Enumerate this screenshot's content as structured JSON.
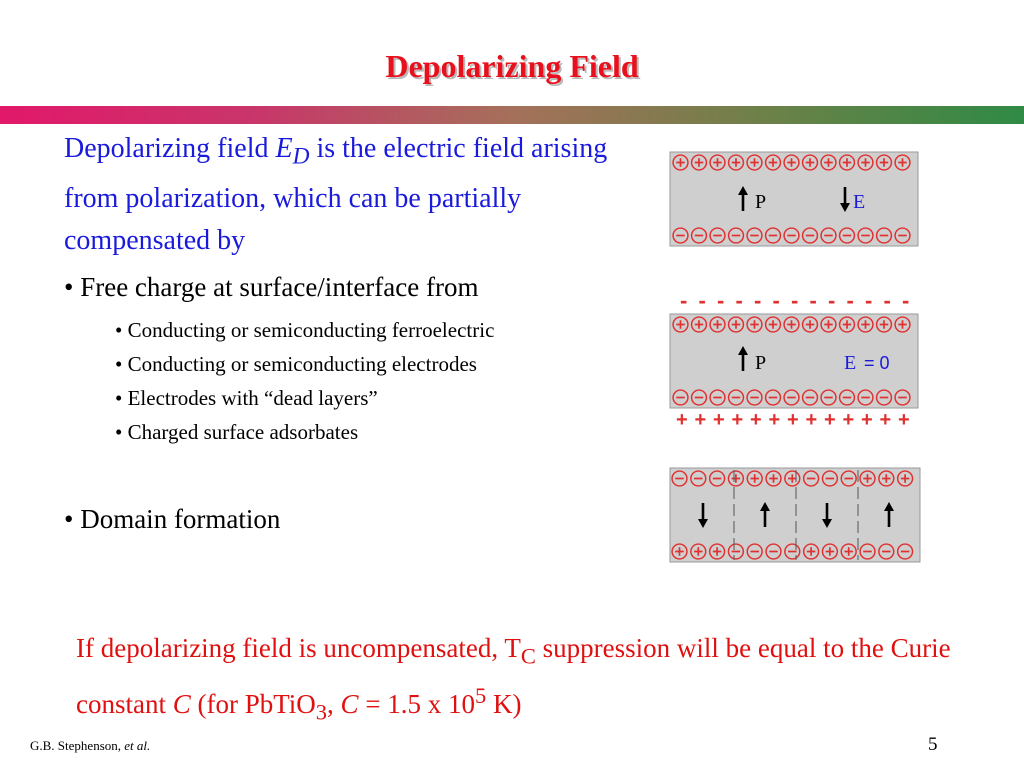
{
  "slide": {
    "title": "Depolarizing Field",
    "intro": {
      "prefix": "Depolarizing field ",
      "symbol": "E",
      "subscript": "D",
      "suffix": " is the electric field arising from polarization, which can be partially compensated by"
    },
    "bullets": [
      {
        "text": "• Free charge at surface/interface from",
        "subitems": [
          "• Conducting or semiconducting ferroelectric",
          "• Conducting or semiconducting electrodes",
          "• Electrodes with “dead layers”",
          "• Charged surface adsorbates"
        ]
      },
      {
        "text": "• Domain formation"
      }
    ],
    "note": {
      "part1": "If depolarizing field is uncompensated, T",
      "tc_sub": "C",
      "part2": " suppression will be equal to the Curie constant  ",
      "C1": "C",
      "part3": " (for PbTiO",
      "pbtio_sub": "3",
      "part4": ", ",
      "C2": "C",
      "part5": " = 1.5 x 10",
      "exp": "5",
      "part6": " K)"
    },
    "footer": {
      "author": "G.B. Stephenson, ",
      "etal": "et al."
    },
    "page_number": "5"
  },
  "diagrams": {
    "panel1": {
      "p_label": "P",
      "e_label": "E"
    },
    "panel2": {
      "p_label": "P",
      "e_label": "E",
      "e_value": "= 0"
    },
    "panel3": {}
  },
  "colors": {
    "title": "#e8101c",
    "intro": "#1a1adc",
    "note": "#e01010",
    "charge": "#e03030",
    "panel_fill": "#cfcfcf"
  }
}
